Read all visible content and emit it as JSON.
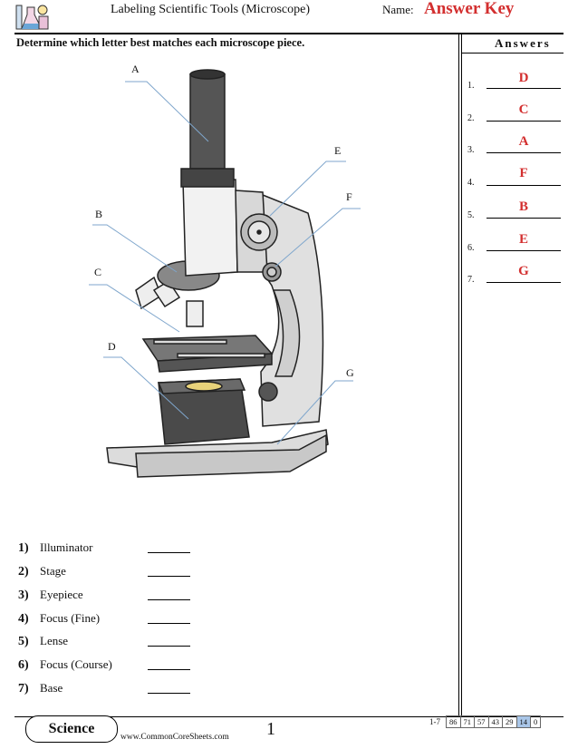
{
  "header": {
    "title": "Labeling Scientific Tools (Microscope)",
    "name_label": "Name:",
    "answer_key": "Answer Key"
  },
  "instructions": "Determine which letter best matches each microscope piece.",
  "answers_heading": "Answers",
  "answers": [
    {
      "num": "1.",
      "value": "D"
    },
    {
      "num": "2.",
      "value": "C"
    },
    {
      "num": "3.",
      "value": "A"
    },
    {
      "num": "4.",
      "value": "F"
    },
    {
      "num": "5.",
      "value": "B"
    },
    {
      "num": "6.",
      "value": "E"
    },
    {
      "num": "7.",
      "value": "G"
    }
  ],
  "diagram_labels": [
    "A",
    "B",
    "C",
    "D",
    "E",
    "F",
    "G"
  ],
  "questions": [
    {
      "num": "1)",
      "text": "Illuminator"
    },
    {
      "num": "2)",
      "text": "Stage"
    },
    {
      "num": "3)",
      "text": "Eyepiece"
    },
    {
      "num": "4)",
      "text": "Focus (Fine)"
    },
    {
      "num": "5)",
      "text": "Lense"
    },
    {
      "num": "6)",
      "text": "Focus (Course)"
    },
    {
      "num": "7)",
      "text": "Base"
    }
  ],
  "footer": {
    "subject": "Science",
    "url": "www.CommonCoreSheets.com",
    "page": "1",
    "range": "1-7",
    "scores": [
      "86",
      "71",
      "57",
      "43",
      "29",
      "14",
      "0"
    ],
    "highlight_score": "14"
  },
  "colors": {
    "answer_red": "#d32f2f",
    "leader_blue": "#7fa6cc",
    "score_highlight": "#a9c6e8"
  }
}
